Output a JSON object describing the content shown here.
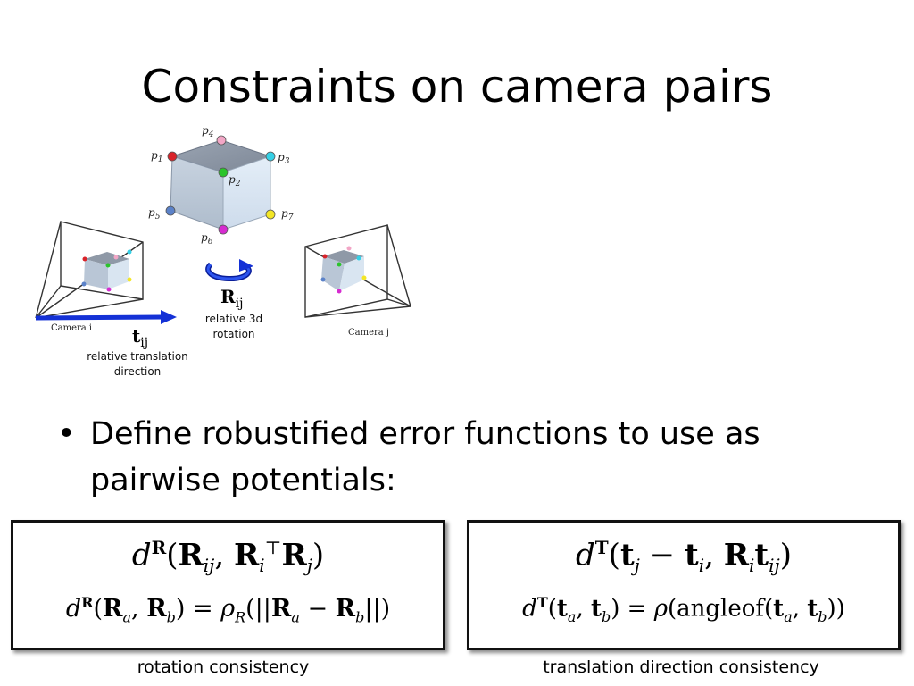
{
  "slide": {
    "title": "Constraints on camera pairs"
  },
  "diagram": {
    "point_labels": [
      "p1",
      "p2",
      "p3",
      "p4",
      "p5",
      "p6",
      "p7"
    ],
    "camera_i_label": "Camera i",
    "camera_j_label": "Camera j",
    "rotation_symbol": "R",
    "rotation_subscript": "ij",
    "rotation_caption_line1": "relative 3d",
    "rotation_caption_line2": "rotation",
    "translation_symbol": "t",
    "translation_subscript": "ij",
    "translation_caption_line1": "relative translation",
    "translation_caption_line2": "direction",
    "colors": {
      "p1": "#d9232a",
      "p2": "#2bc42b",
      "p3": "#35d0e6",
      "p4": "#f2a6c6",
      "p5": "#5b82c9",
      "p6": "#d62bd0",
      "p7": "#f3e626",
      "arrow": "#1431d6"
    }
  },
  "bullet": {
    "marker": "•",
    "text": "Define robustified error functions to use as pairwise potentials:"
  },
  "formulas": {
    "rotation": {
      "line1": "dR(Rij, RiT Rj)",
      "line2": "dR(Ra, Rb) = ρR(||Ra − Rb||)",
      "caption": "rotation consistency"
    },
    "translation": {
      "line1": "dT(tj − ti, Ri tij)",
      "line2": "dT(ta, tb) = ρ(angleof(ta, tb))",
      "caption": "translation direction consistency"
    }
  }
}
